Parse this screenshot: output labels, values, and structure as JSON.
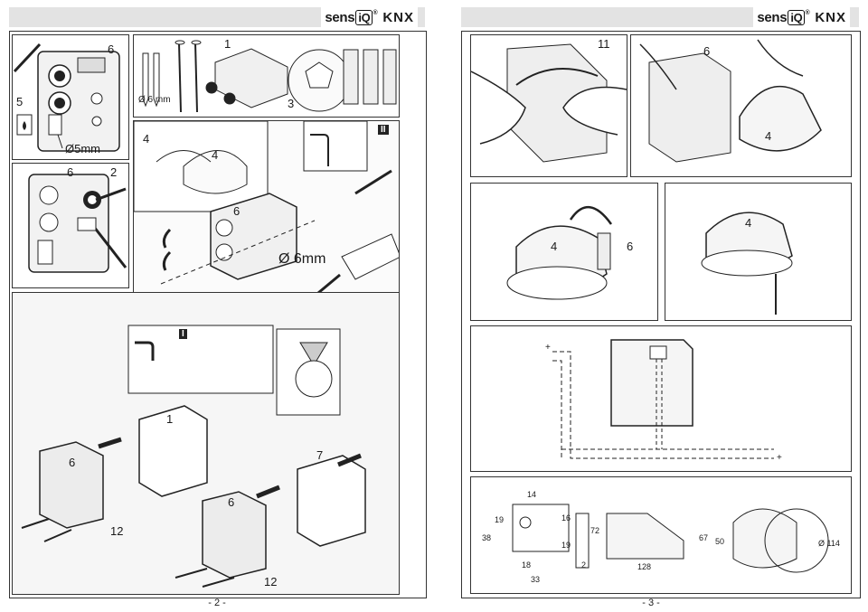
{
  "brand": {
    "sens": "sens",
    "iq": "iQ",
    "knx": "KNX"
  },
  "pages": {
    "left_number": "- 2 -",
    "right_number": "- 3 -"
  },
  "callouts": {
    "c1": "1",
    "c2": "2",
    "c3": "3",
    "c4": "4",
    "c5": "5",
    "c6": "6",
    "c7": "7",
    "c11": "11",
    "c12": "12"
  },
  "labels": {
    "drill_small": "Ø 6 mm",
    "hole_5mm": "Ø5mm",
    "drill_big": "Ø 6mm",
    "step_I": "I",
    "step_II": "II",
    "plus": "+"
  },
  "dimensions": {
    "d14": "14",
    "d19a": "19",
    "d38": "38",
    "d18": "18",
    "d33": "33",
    "d16": "16",
    "d19b": "19",
    "d72": "72",
    "d2": "2",
    "d128": "128",
    "d67": "67",
    "d50": "50",
    "d114": "Ø 114"
  }
}
